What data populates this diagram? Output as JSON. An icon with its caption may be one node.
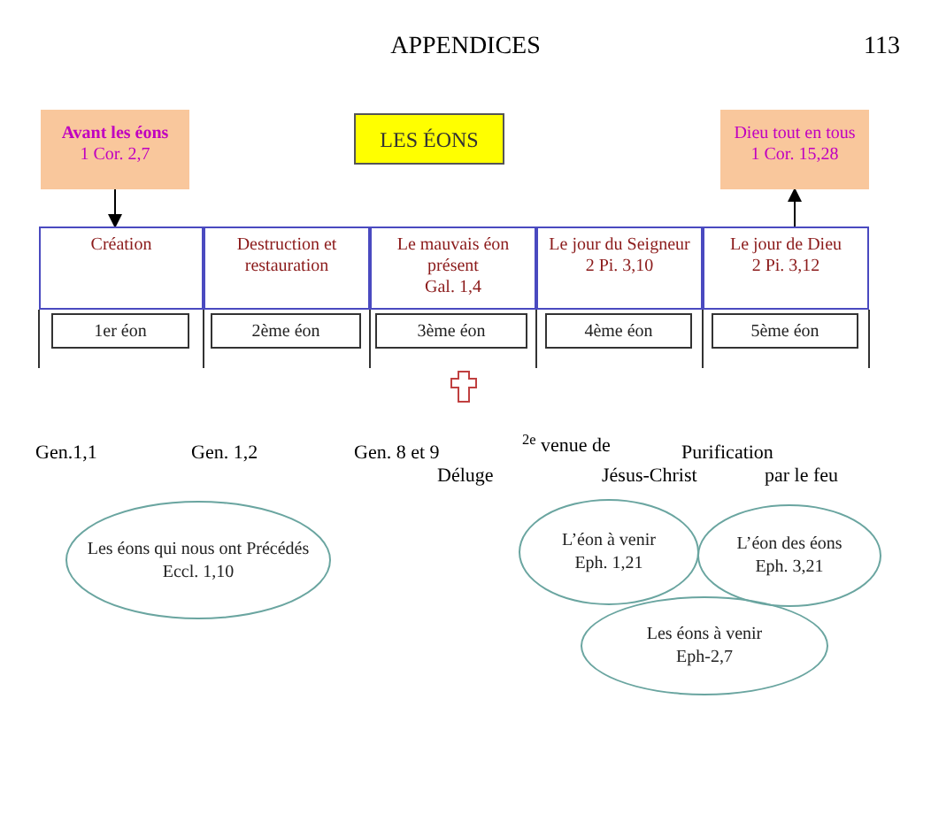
{
  "diagram": {
    "title": "APPENDICES",
    "nodes": [
      {
        "text": [
          "Avant les éons",
          "1 Cor. 2,7"
        ]
      },
      {
        "text": [
          "LES ÉONS"
        ]
      },
      {
        "text": [
          "Dieu tout en tous",
          "1 Cor. 15,28"
        ]
      },
      {
        "text": [
          "Création"
        ]
      },
      {
        "text": [
          "Destruction et restauration"
        ]
      },
      {
        "text": [
          "Le mauvais éon présent",
          "Gal. 1,4"
        ]
      },
      {
        "text": [
          "Le jour du Seigneur",
          "2 Pi. 3,10"
        ]
      },
      {
        "text": [
          "Le jour de Dieu",
          "2 Pi. 3,12"
        ]
      },
      {
        "text": [
          "1er éon"
        ]
      },
      {
        "text": [
          "2ème éon"
        ]
      },
      {
        "text": [
          "3ème éon"
        ]
      },
      {
        "text": [
          "4ème éon"
        ]
      },
      {
        "text": [
          "5ème éon"
        ]
      },
      {
        "text": [
          "Les éons qui nous ont Précédés",
          "Eccl. 1,10"
        ]
      },
      {
        "text": [
          "L’éon à venir",
          "Eph. 1,21"
        ]
      },
      {
        "text": [
          "L’éon des éons",
          "Eph. 3,21"
        ]
      },
      {
        "text": [
          "Les éons à venir",
          "Eph-2,7"
        ]
      }
    ],
    "edges": [
      {
        "from": 0,
        "to": 3,
        "arrow": "to"
      },
      {
        "from": 7,
        "to": 2,
        "arrow": "to"
      }
    ],
    "labels": [
      "113",
      "Gen.1,1",
      "Gen. 1,2",
      "Gen. 8 et 9",
      "Déluge",
      "$^{2e}$ venue de",
      "Jésus-Christ",
      "Purification",
      "par le feu"
    ]
  }
}
